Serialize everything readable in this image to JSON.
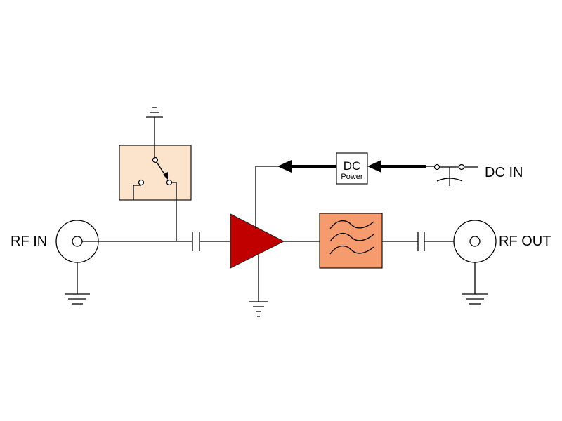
{
  "labels": {
    "rf_in": "RF IN",
    "rf_out": "RF OUT",
    "dc_in": "DC IN",
    "dc_box_main": "DC",
    "dc_box_sub": "Power"
  },
  "colors": {
    "amplifier": "#C00000",
    "filter": "#F59B6E",
    "switch_box": "#FCE4CC",
    "line": "#000000"
  }
}
